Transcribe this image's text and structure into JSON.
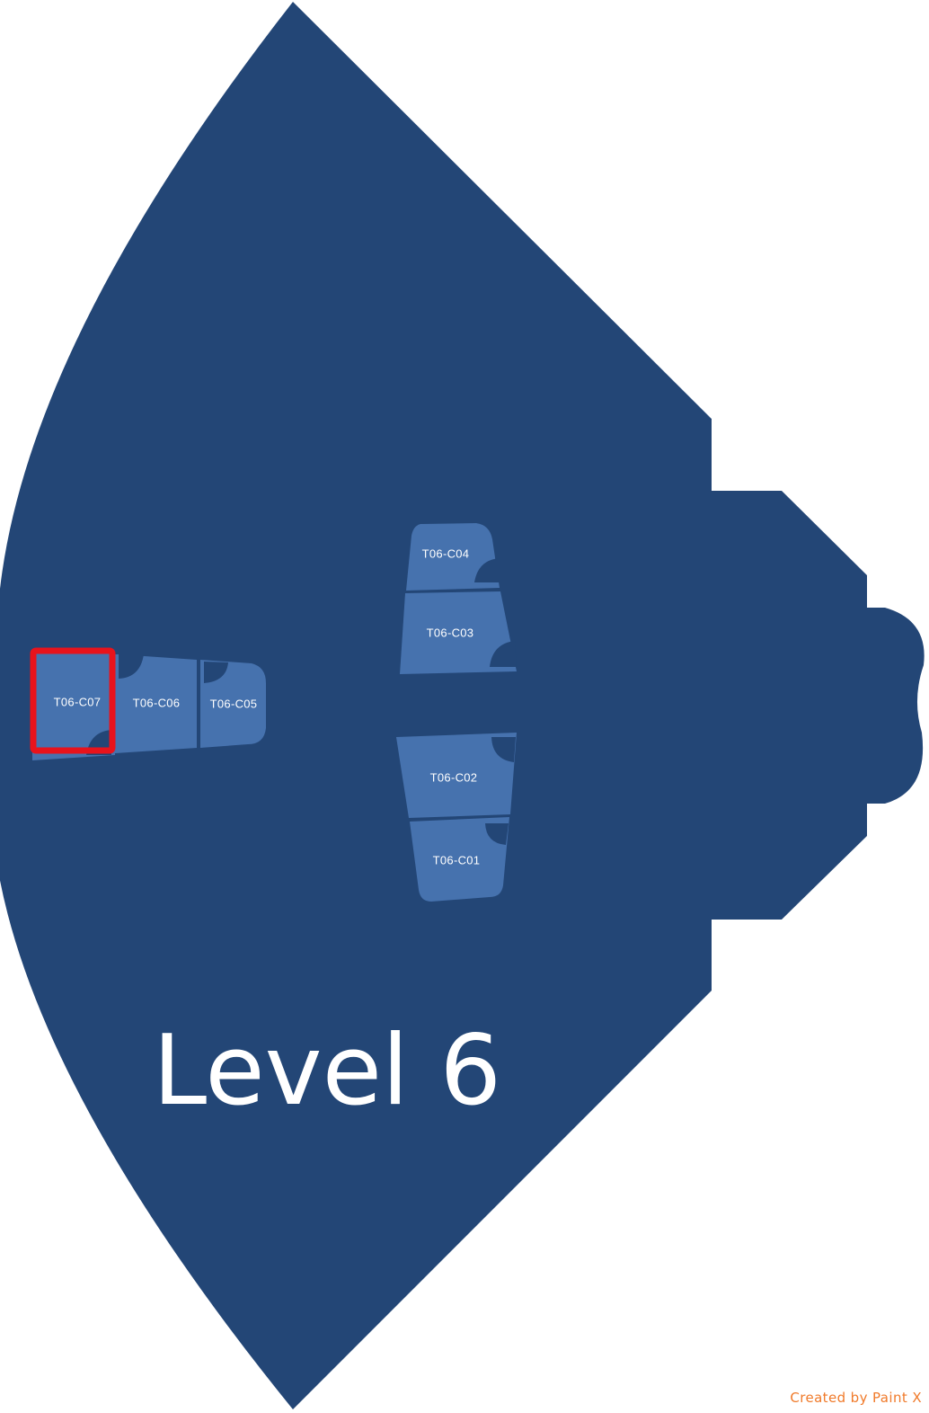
{
  "map": {
    "level_label": "Level 6",
    "selected_room": "T06-C07",
    "colors": {
      "floor": "#234676",
      "room": "#4672AE",
      "highlight": "#E8131C",
      "text": "#FFFFFF",
      "credit": "#F07A2A"
    },
    "rooms": [
      {
        "id": "T06-C07",
        "label": "T06-C07"
      },
      {
        "id": "T06-C06",
        "label": "T06-C06"
      },
      {
        "id": "T06-C05",
        "label": "T06-C05"
      },
      {
        "id": "T06-C04",
        "label": "T06-C04"
      },
      {
        "id": "T06-C03",
        "label": "T06-C03"
      },
      {
        "id": "T06-C02",
        "label": "T06-C02"
      },
      {
        "id": "T06-C01",
        "label": "T06-C01"
      }
    ]
  },
  "footer": {
    "credit": "Created by Paint X"
  }
}
